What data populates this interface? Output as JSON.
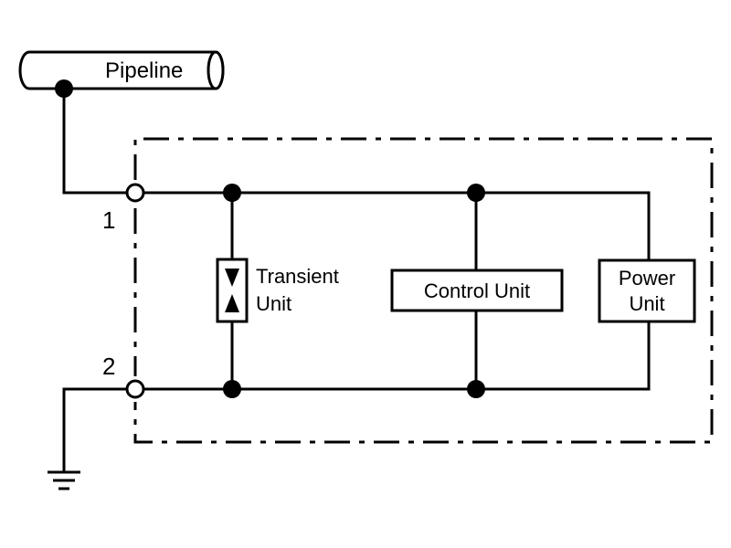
{
  "diagram": {
    "pipeline_label": "Pipeline",
    "terminal_1_label": "1",
    "terminal_2_label": "2",
    "transient_unit": {
      "line1": "Transient",
      "line2": "Unit"
    },
    "control_unit_label": "Control Unit",
    "power_unit": {
      "line1": "Power",
      "line2": "Unit"
    }
  },
  "colors": {
    "line": "#000000",
    "background": "#ffffff"
  }
}
